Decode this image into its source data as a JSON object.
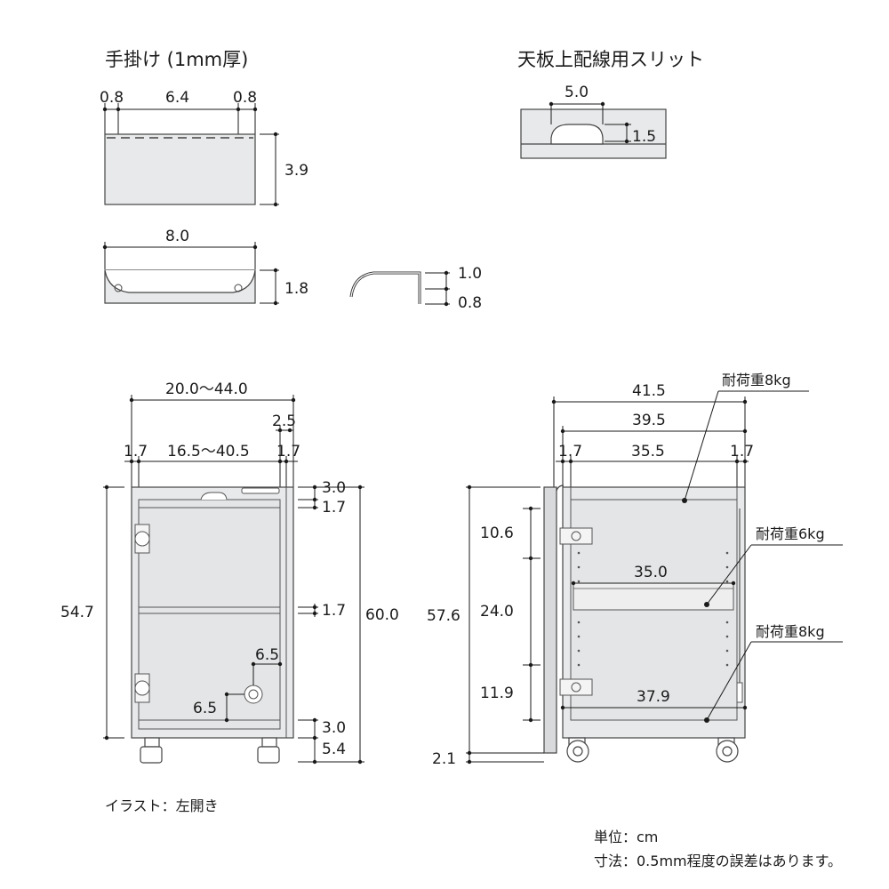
{
  "handle": {
    "title": "手掛け (1mm厚)",
    "dim_left": "0.8",
    "dim_mid": "6.4",
    "dim_right": "0.8",
    "dim_height": "3.9",
    "dim_width_bottom": "8.0",
    "dim_bottom_height": "1.8",
    "dim_profile_top": "1.0",
    "dim_profile_bottom": "0.8"
  },
  "slit": {
    "title": "天板上配線用スリット",
    "dim_width": "5.0",
    "dim_depth": "1.5"
  },
  "front_view": {
    "dim_total_width": "20.0〜44.0",
    "dim_gap": "2.5",
    "dim_side_left": "1.7",
    "dim_inner_width": "16.5〜40.5",
    "dim_side_right": "1.7",
    "dim_top": "3.0",
    "dim_top_board": "1.7",
    "dim_shelf": "1.7",
    "dim_hole_height": "6.5",
    "dim_hole_width": "6.5",
    "dim_bottom_board": "3.0",
    "dim_caster": "5.4",
    "dim_inner_height": "54.7",
    "dim_total_height": "60.0",
    "caption": "イラスト：左開き"
  },
  "side_view": {
    "label_top_load": "耐荷重8kg",
    "label_shelf_load": "耐荷重6kg",
    "label_bottom_load": "耐荷重8kg",
    "dim_depth_total": "41.5",
    "dim_depth_body": "39.5",
    "dim_side_left": "1.7",
    "dim_inner_depth": "35.5",
    "dim_side_right": "1.7",
    "dim_top_space": "10.6",
    "dim_shelf_space": "24.0",
    "dim_bottom_space": "11.9",
    "dim_shelf_depth": "35.0",
    "dim_bottom_depth": "37.9",
    "dim_height": "57.6",
    "dim_floor": "2.1"
  },
  "notes": {
    "unit": "単位：cm",
    "tolerance": "寸法：0.5mm程度の誤差はあります。"
  }
}
